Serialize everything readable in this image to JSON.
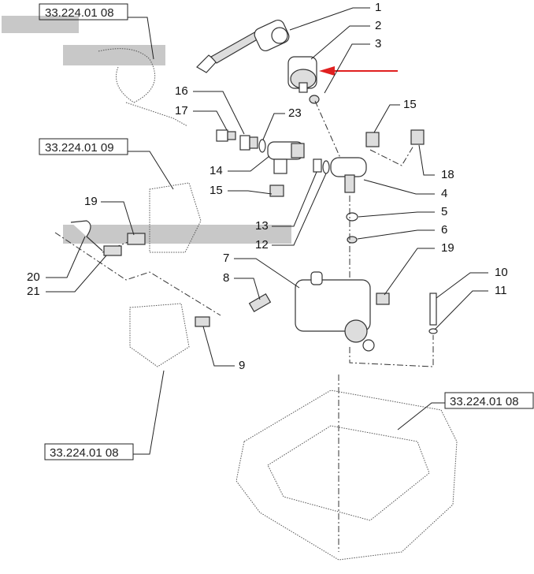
{
  "references": [
    "33.224.01 08",
    "33.224.01 09",
    "33.224.01 08",
    "33.224.01 08"
  ],
  "callouts": [
    "1",
    "2",
    "3",
    "16",
    "17",
    "23",
    "14",
    "15",
    "13",
    "12",
    "15",
    "18",
    "4",
    "5",
    "6",
    "19",
    "10",
    "11",
    "7",
    "8",
    "9",
    "19",
    "20",
    "21"
  ],
  "colors": {
    "highlight_arrow": "#e02020",
    "redaction": "#c8c8c8"
  }
}
